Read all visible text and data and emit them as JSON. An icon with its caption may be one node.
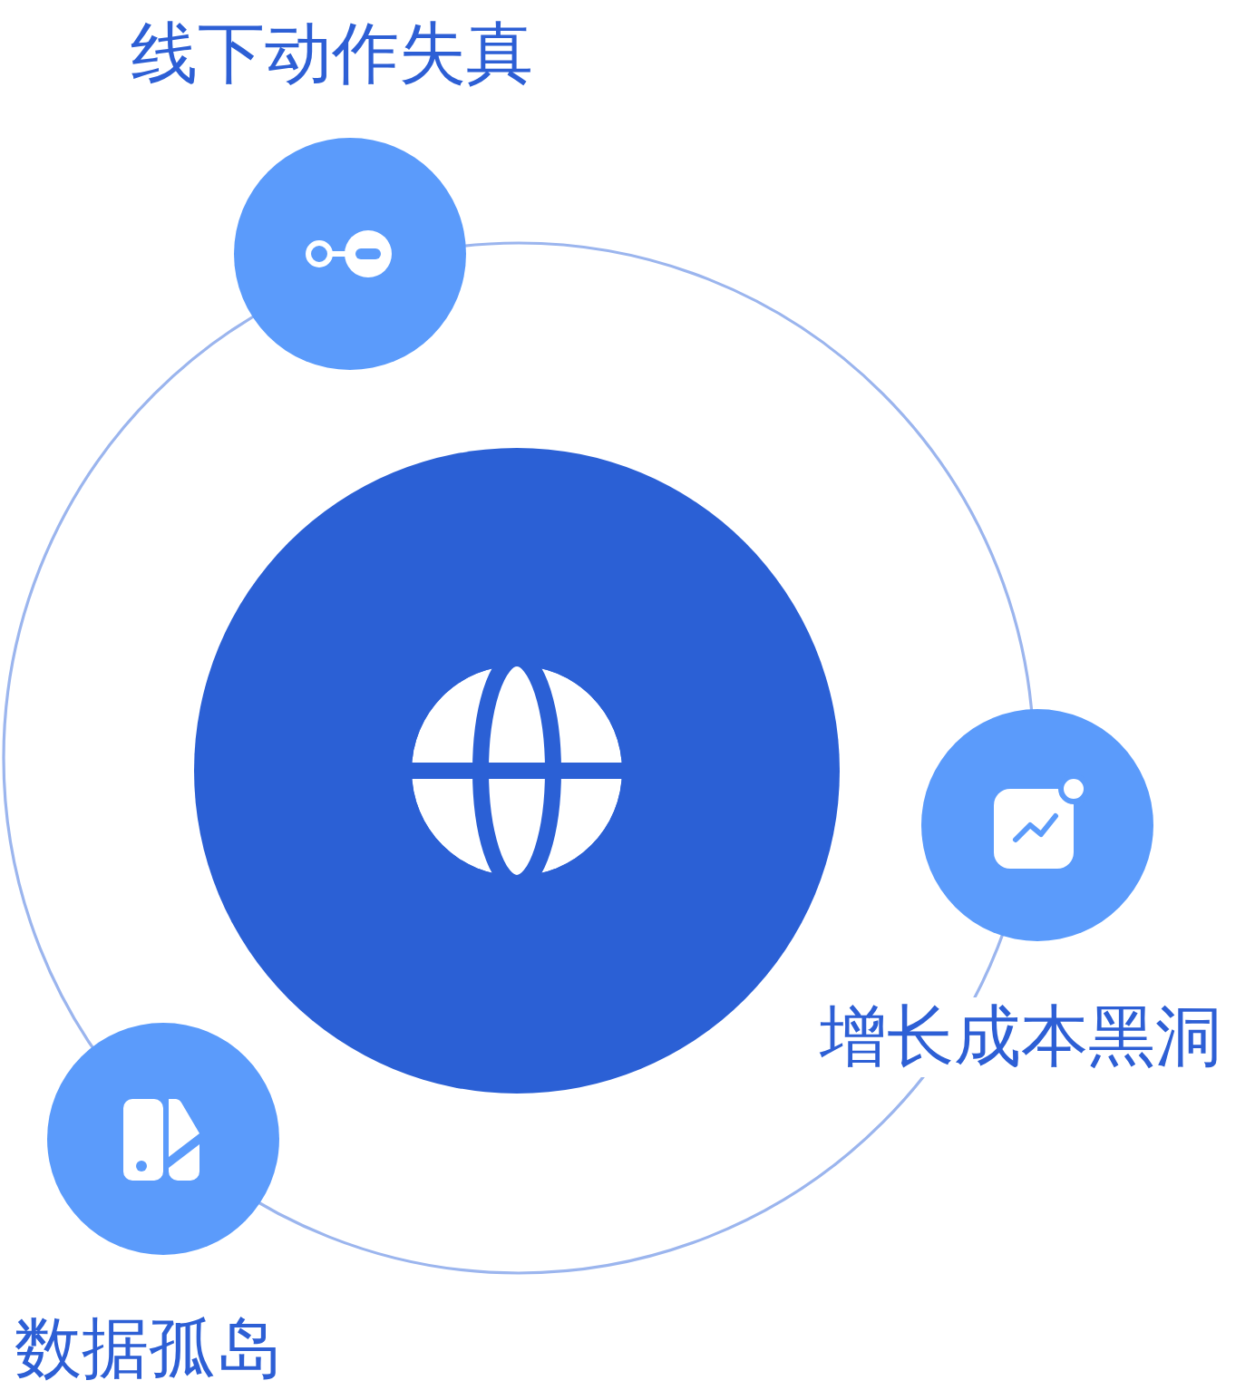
{
  "diagram": {
    "nodes": [
      {
        "text": [],
        "shape": "circle"
      },
      {
        "text": [
          "线下动作失真"
        ]
      },
      {
        "text": [
          "增长成本黑洞"
        ]
      },
      {
        "text": [
          "数据孤岛"
        ]
      }
    ]
  }
}
